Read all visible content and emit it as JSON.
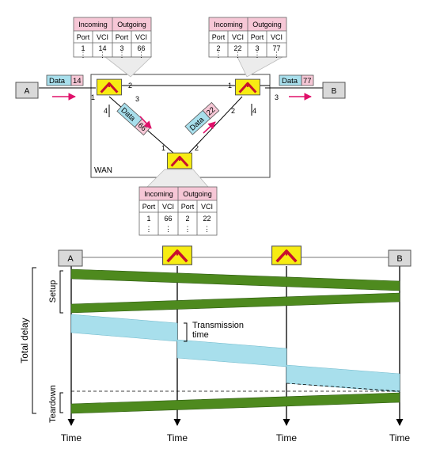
{
  "colors": {
    "switch_fill": "#f7ec13",
    "switch_stroke": "#c8102e",
    "vci_tag_fill": "#a8dfec",
    "vci_num_fill": "#f6c7d6",
    "table_header_fill": "#f6c7d6",
    "arrow_pink": "#e0106a",
    "setup_band": "#4e8a1e",
    "data_band": "#a8dfec",
    "host_fill": "#d9d9d9"
  },
  "icons": {
    "switch": "switch-icon",
    "host": "host-box-icon"
  },
  "network": {
    "wan_label": "WAN",
    "host_a": "A",
    "host_b": "B",
    "left_tag": {
      "label": "Data",
      "vci": "14"
    },
    "mid_tag_1": {
      "label": "Data",
      "vci": "66"
    },
    "mid_tag_2": {
      "label": "Data",
      "vci": "22"
    },
    "right_tag": {
      "label": "Data",
      "vci": "77"
    },
    "ports": {
      "s1": [
        "1",
        "2",
        "3",
        "4"
      ],
      "s2": [
        "1",
        "2"
      ],
      "s3": [
        "1",
        "2",
        "3",
        "4"
      ]
    }
  },
  "tables": {
    "headers": {
      "incoming": "Incoming",
      "outgoing": "Outgoing",
      "port": "Port",
      "vci": "VCI"
    },
    "left": [
      "1",
      "14",
      "3",
      "66"
    ],
    "right": [
      "2",
      "22",
      "3",
      "77"
    ],
    "bottom": [
      "1",
      "66",
      "2",
      "22"
    ],
    "ellipsis": "⋮"
  },
  "timeline": {
    "host_a": "A",
    "host_b": "B",
    "time_label": "Time",
    "setup_label": "Setup",
    "teardown_label": "Teardown",
    "total_delay_label": "Total delay",
    "transmission_line1": "Transmission",
    "transmission_line2": "time"
  }
}
